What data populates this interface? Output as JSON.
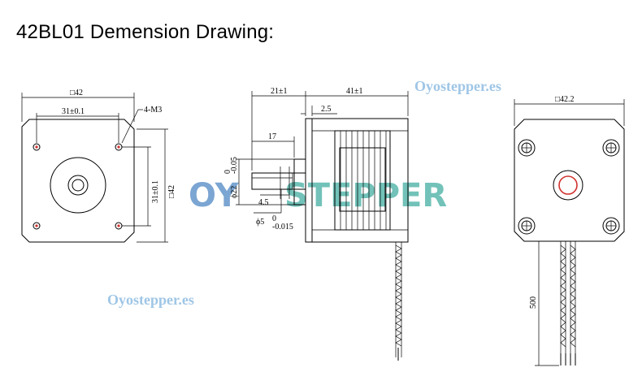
{
  "title": "42BL01 Demension Drawing:",
  "watermarks": {
    "site_text": "Oyostepper.es",
    "logo_prefix": "OY",
    "logo_suffix": "STEPPER"
  },
  "front_view": {
    "square_size": "□42",
    "hole_spacing_h": "31±0.1",
    "holes_label": "4-M3",
    "hole_spacing_v": "31±0.1",
    "square_size_v": "□42"
  },
  "side_view": {
    "shaft_length": "21±1",
    "body_length": "41±1",
    "flange_thickness": "2.5",
    "boss_length": "17",
    "boss_diameter": "ϕ22",
    "boss_diameter_tol_upper": "0",
    "boss_diameter_tol_lower": "-0.05",
    "flat_length": "4.5",
    "shaft_diameter": "ϕ5",
    "shaft_diameter_tol_upper": "0",
    "shaft_diameter_tol_lower": "-0.015"
  },
  "rear_view": {
    "square_size": "□42.2",
    "lead_length": "500"
  },
  "colors": {
    "line": "#000000",
    "watermark": "#9fc6e6",
    "logo_blue": "#5b8fc7",
    "logo_teal": "#4fb3a8",
    "shaft_ring": "#d0312d"
  }
}
